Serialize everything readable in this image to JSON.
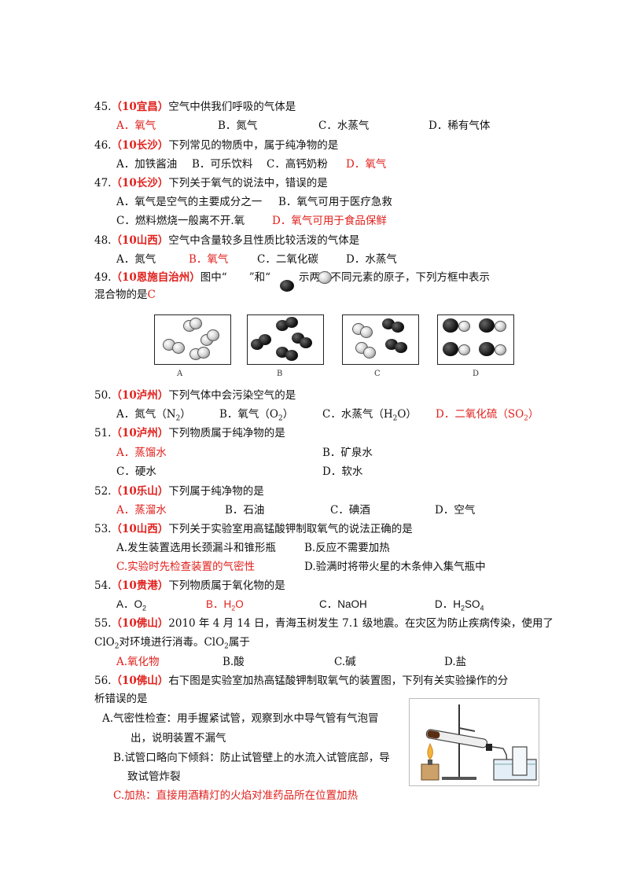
{
  "questions": [
    {
      "num": "45.",
      "tag": "（10宜昌）",
      "stem": "空气中供我们呼吸的气体是",
      "options": [
        "A．氧气",
        "B．氮气",
        "C．水蒸气",
        "D．稀有气体"
      ]
    },
    {
      "num": "46.",
      "tag": "（10长沙）",
      "stem": "下列常见的物质中，属于纯净物的是",
      "options": [
        "A．加铁酱油",
        "B．可乐饮料",
        "C．高钙奶粉",
        "D．氧气"
      ]
    },
    {
      "num": "47.",
      "tag": "（10长沙）",
      "stem": "下列关于氧气的说法中，错误的是",
      "options": [
        "A．氧气是空气的主要成分之一",
        "B．氧气可用于医疗急救",
        "C．燃料燃烧一般离不开.氧",
        "D．氧气可用于食品保鲜"
      ]
    },
    {
      "num": "48.",
      "tag": "（10山西）",
      "stem": "空气中含量较多且性质比较活泼的气体是",
      "options": [
        "A．氮气",
        "B．氧气",
        "C．二氧化碳",
        "D．水蒸气"
      ]
    },
    {
      "num": "49.",
      "tag": "（10恩施自治州）",
      "stem_a": "图中“",
      "stem_b": "”和“",
      "stem_c": "示两种不同元素的原子，下列方框中表示",
      "stem2": "混合物的是",
      "answer": "C",
      "box_labels": [
        "A",
        "B",
        "C",
        "D"
      ]
    },
    {
      "num": "50.",
      "tag": "（10泸州）",
      "stem": "下列气体中会污染空气的是",
      "options": [
        "A．氮气（N",
        "）",
        "B．氧气（O",
        "）",
        "C．水蒸气（H",
        "O）",
        "D．二氧化硫（SO",
        "）"
      ],
      "subs": [
        "2",
        "2",
        "2",
        "2"
      ]
    },
    {
      "num": "51.",
      "tag": "（10泸州）",
      "stem": "下列物质属于纯净物的是",
      "options": [
        "A．蒸馏水",
        "B．矿泉水",
        "C．硬水",
        "D．软水"
      ]
    },
    {
      "num": "52.",
      "tag": "（10乐山）",
      "stem": "下列属于纯净物的是",
      "options": [
        "A．蒸溜水",
        "B．石油",
        "C．碘酒",
        "D．空气"
      ]
    },
    {
      "num": "53.",
      "tag": "（10山西）",
      "stem": "下列关于实验室用高锰酸钾制取氧气的说法正确的是",
      "options": [
        "A.发生装置选用长颈漏斗和锥形瓶",
        "B.反应不需要加热",
        "C.实验时先检查装置的气密性",
        "D.验满时将带火星的木条伸入集气瓶中"
      ]
    },
    {
      "num": "54.",
      "tag": "（10贵港）",
      "stem": "下列物质属于氧化物的是",
      "options": [
        "A．O",
        "B．H",
        "O",
        "C．NaOH",
        "D．H",
        "SO"
      ],
      "subs": [
        "2",
        "2",
        "2",
        "4"
      ]
    },
    {
      "num": "55.",
      "tag": "（10佛山）",
      "stem": "2010 年 4 月 14 日，青海玉树发生 7.1 级地震。在灾区为防止疾病传染，使用了",
      "stem2a": "ClO",
      "stem2b": "对环境进行消毒。ClO",
      "stem2c": "属于",
      "sub": "2",
      "options": [
        "A.氧化物",
        "B.酸",
        "C.碱",
        "D.盐"
      ]
    },
    {
      "num": "56.",
      "tag": "（10佛山）",
      "stem": "右下图是实验室加热高锰酸钾制取氧气的装置图，下列有关实验操作的分",
      "stem2": "析错误的是",
      "options": [
        "A.气密性检查：用手握紧试管，观察到水中导气管有气泡冒",
        "出，说明装置不漏气",
        "B.试管口略向下倾斜：防止试管壁上的水流入试管底部，导",
        "致试管炸裂",
        "C.加热：直接用酒精灯的火焰对准药品所在位置加热"
      ]
    }
  ],
  "colors": {
    "answer": "#e0201c",
    "text": "#111111"
  }
}
